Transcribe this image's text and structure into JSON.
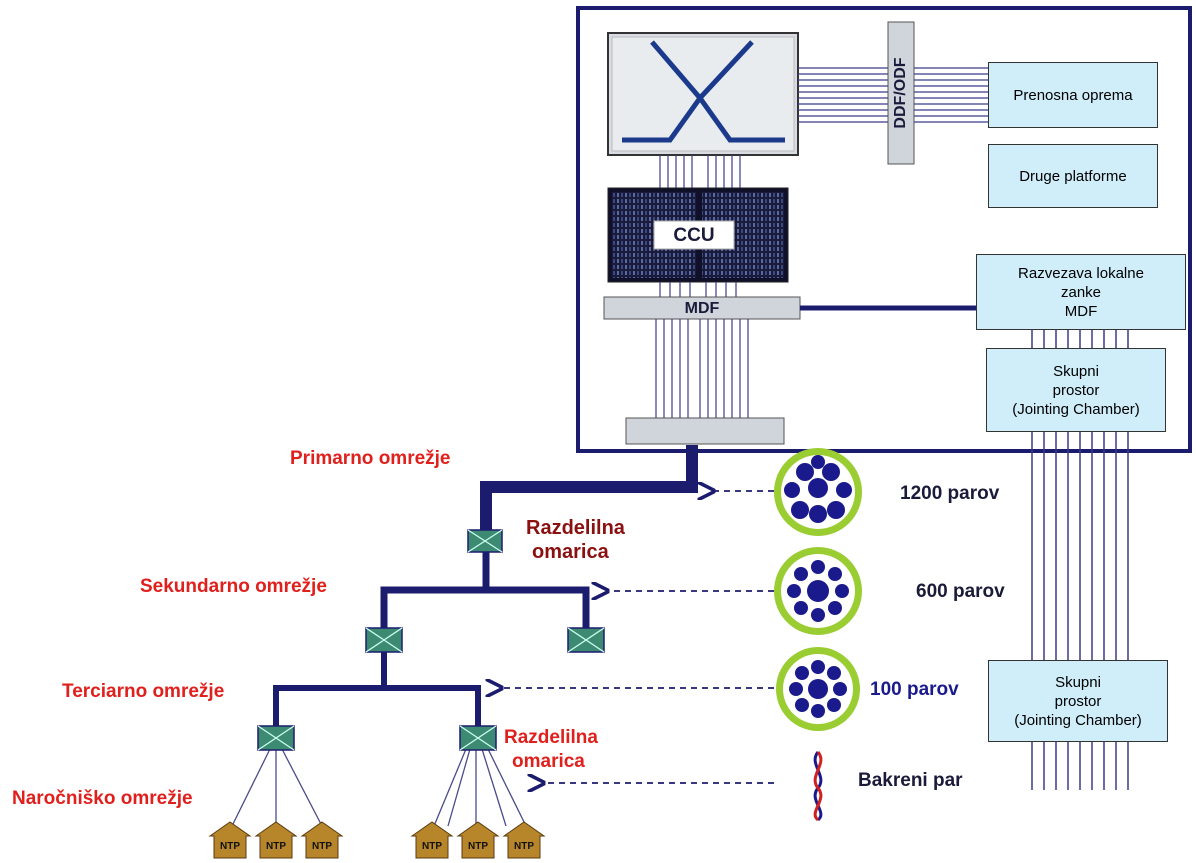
{
  "labels": {
    "primary_network": "Primarno omrežje",
    "secondary_network": "Sekundarno omrežje",
    "tertiary_network": "Terciarno omrežje",
    "subscriber_network": "Naročniško omrežje",
    "distribution_cabinet_1": [
      "Razdelilna",
      "omarica"
    ],
    "distribution_cabinet_2": [
      "Razdelilna",
      "omarica"
    ],
    "pairs_1200": "1200 parov",
    "pairs_600": "600 parov",
    "pairs_100": "100 parov",
    "copper_pair": "Bakreni par",
    "ccu": "CCU",
    "mdf": "MDF",
    "ddf_odf": "DDF/ODF"
  },
  "boxes": {
    "transmission_equipment": "Prenosna oprema",
    "other_platforms": "Druge platforme",
    "local_loop_unbundling": [
      "Razvezava lokalne",
      "zanke",
      "MDF"
    ],
    "jointing_chamber_top": [
      "Skupni",
      "prostor",
      "(Jointing Chamber)"
    ],
    "jointing_chamber_bottom": [
      "Skupni",
      "prostor",
      "(Jointing Chamber)"
    ]
  },
  "ntp_label": "NTP",
  "colors": {
    "navy": "#1c1c6e",
    "cable_green": "#9acd32",
    "cable_blue": "#1a1a8c",
    "box_fill": "#cfeefa",
    "red_text": "#e0201c",
    "dark_red_text": "#8b1010",
    "cabinet_fill": "#3d8a72",
    "ntp_fill": "#b8862a"
  }
}
